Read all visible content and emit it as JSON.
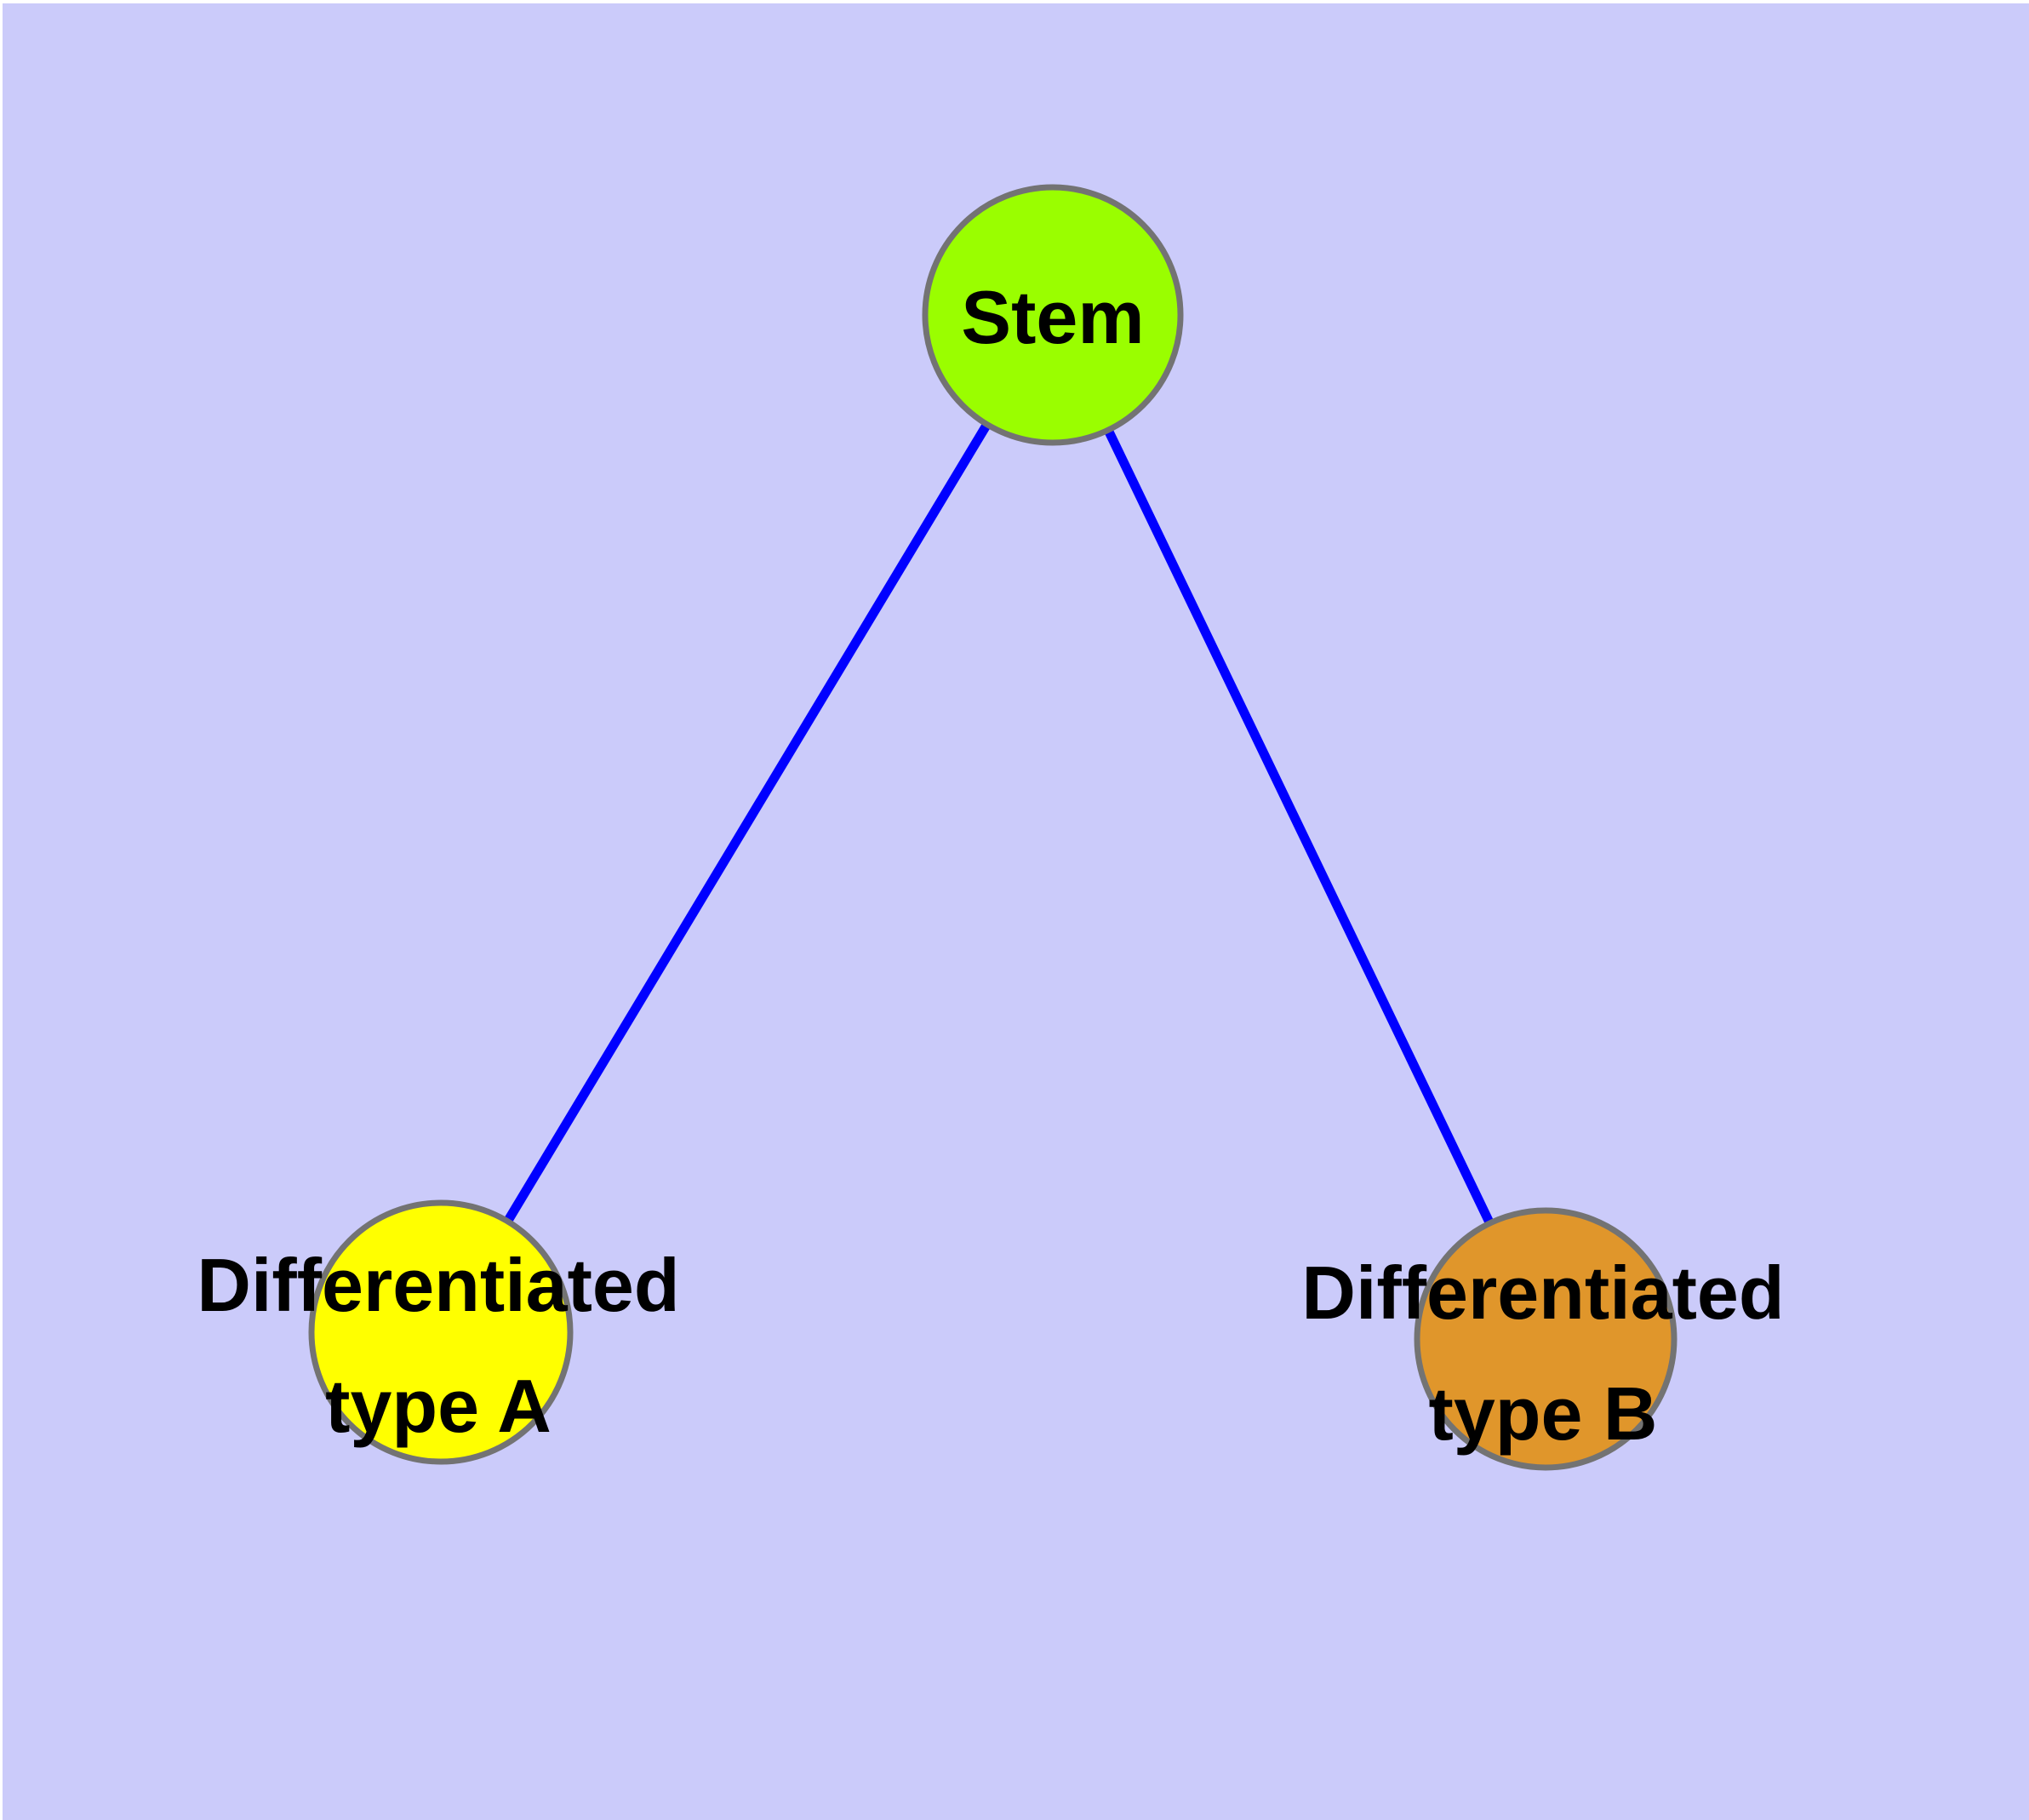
{
  "diagram": {
    "type": "node-link-graph",
    "description": "Stem cell differentiation graph with one root node and two differentiated nodes",
    "colors": {
      "background": "#CBCBFA",
      "window_border": "#FFFFFF",
      "edge": "#0000FF",
      "node_border": "#737373",
      "label_text": "#000000"
    },
    "nodes": [
      {
        "id": "stem",
        "label": "Stem",
        "color": "#9AFE00"
      },
      {
        "id": "type-a",
        "label": "Differentiated\ntype A",
        "color": "#FFFF00"
      },
      {
        "id": "type-b",
        "label": "Differentiated\ntype B",
        "color": "#E0962B"
      }
    ],
    "edges": [
      {
        "from": "stem",
        "to": "type-a"
      },
      {
        "from": "stem",
        "to": "type-b"
      }
    ]
  }
}
